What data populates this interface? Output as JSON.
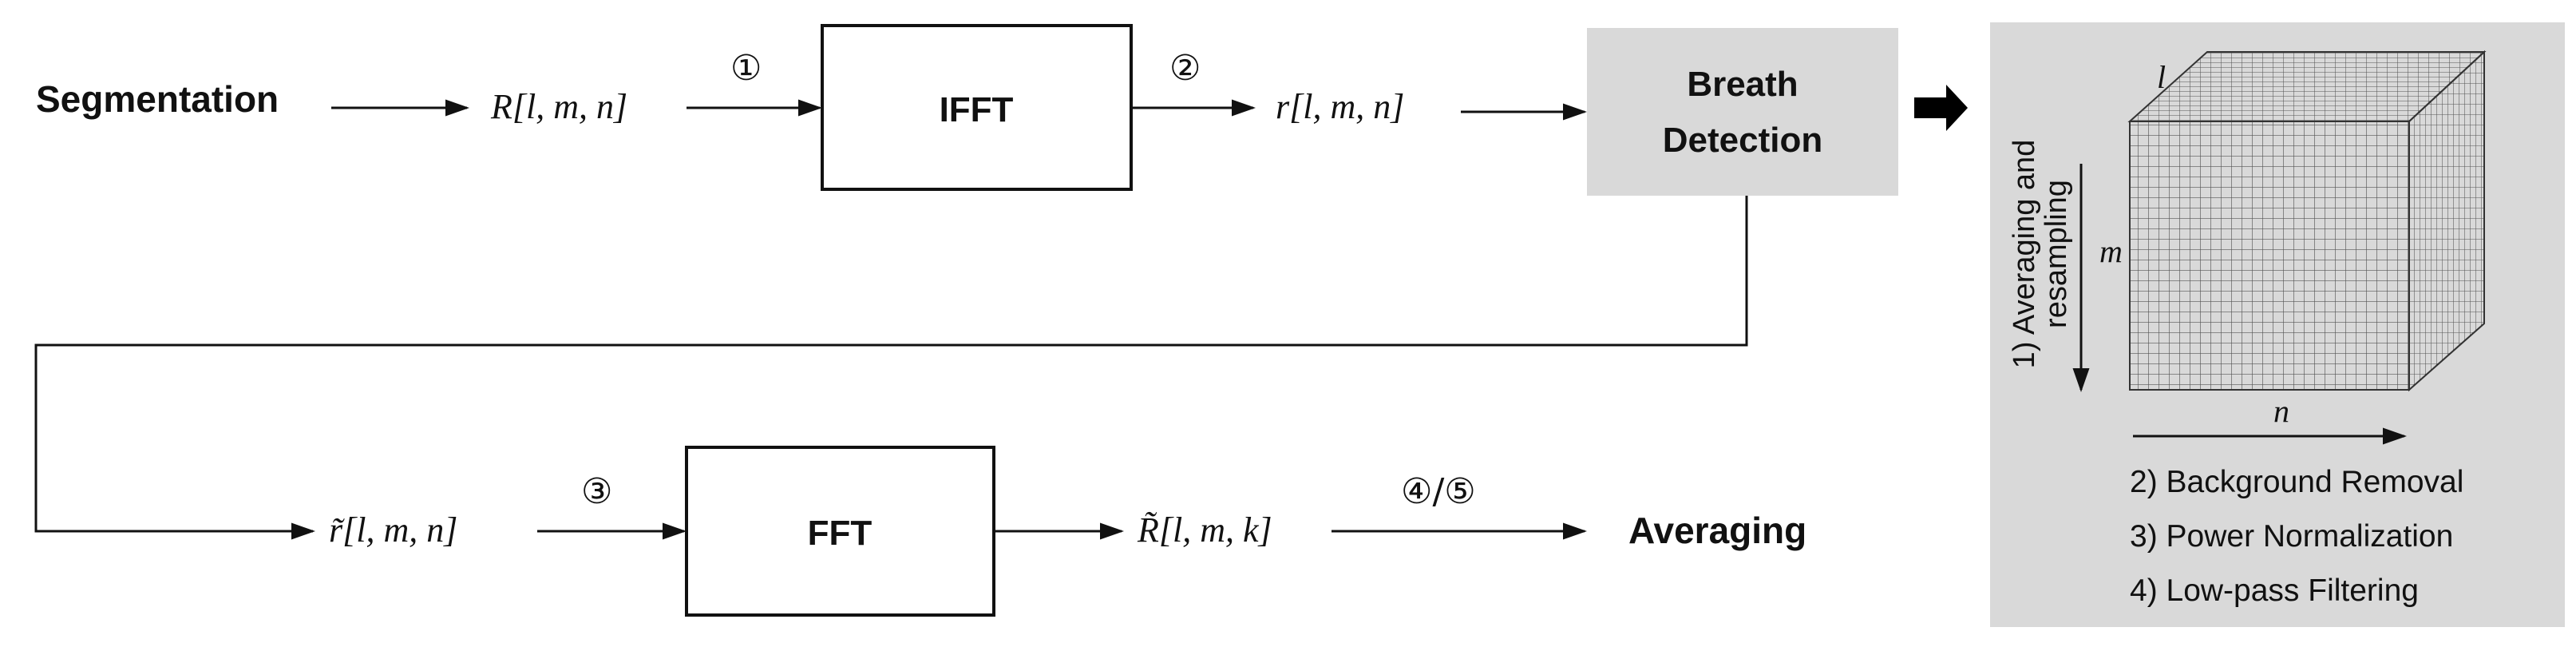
{
  "nodes": {
    "segmentation": "Segmentation",
    "R_input": "R[l, m, n]",
    "ifft": "IFFT",
    "r_time": "r[l, m, n]",
    "breath_detection_line1": "Breath",
    "breath_detection_line2": "Detection",
    "r_tilde": "r̃[l, m, n]",
    "fft": "FFT",
    "R_tilde": "R̃[l, m, k]",
    "averaging": "Averaging"
  },
  "steps": {
    "s1": "①",
    "s2": "②",
    "s3": "③",
    "s45": "④/⑤"
  },
  "panel": {
    "axis_l": "l",
    "axis_m": "m",
    "axis_n": "n",
    "step1_line1": "1) Averaging and",
    "step1_line2": "resampling",
    "step2": "2) Background Removal",
    "step3": "3) Power Normalization",
    "step4": "4) Low-pass Filtering"
  },
  "colors": {
    "panel_bg": "#d9d9d9",
    "box_fill": "#ffffff",
    "stroke": "#111111"
  }
}
